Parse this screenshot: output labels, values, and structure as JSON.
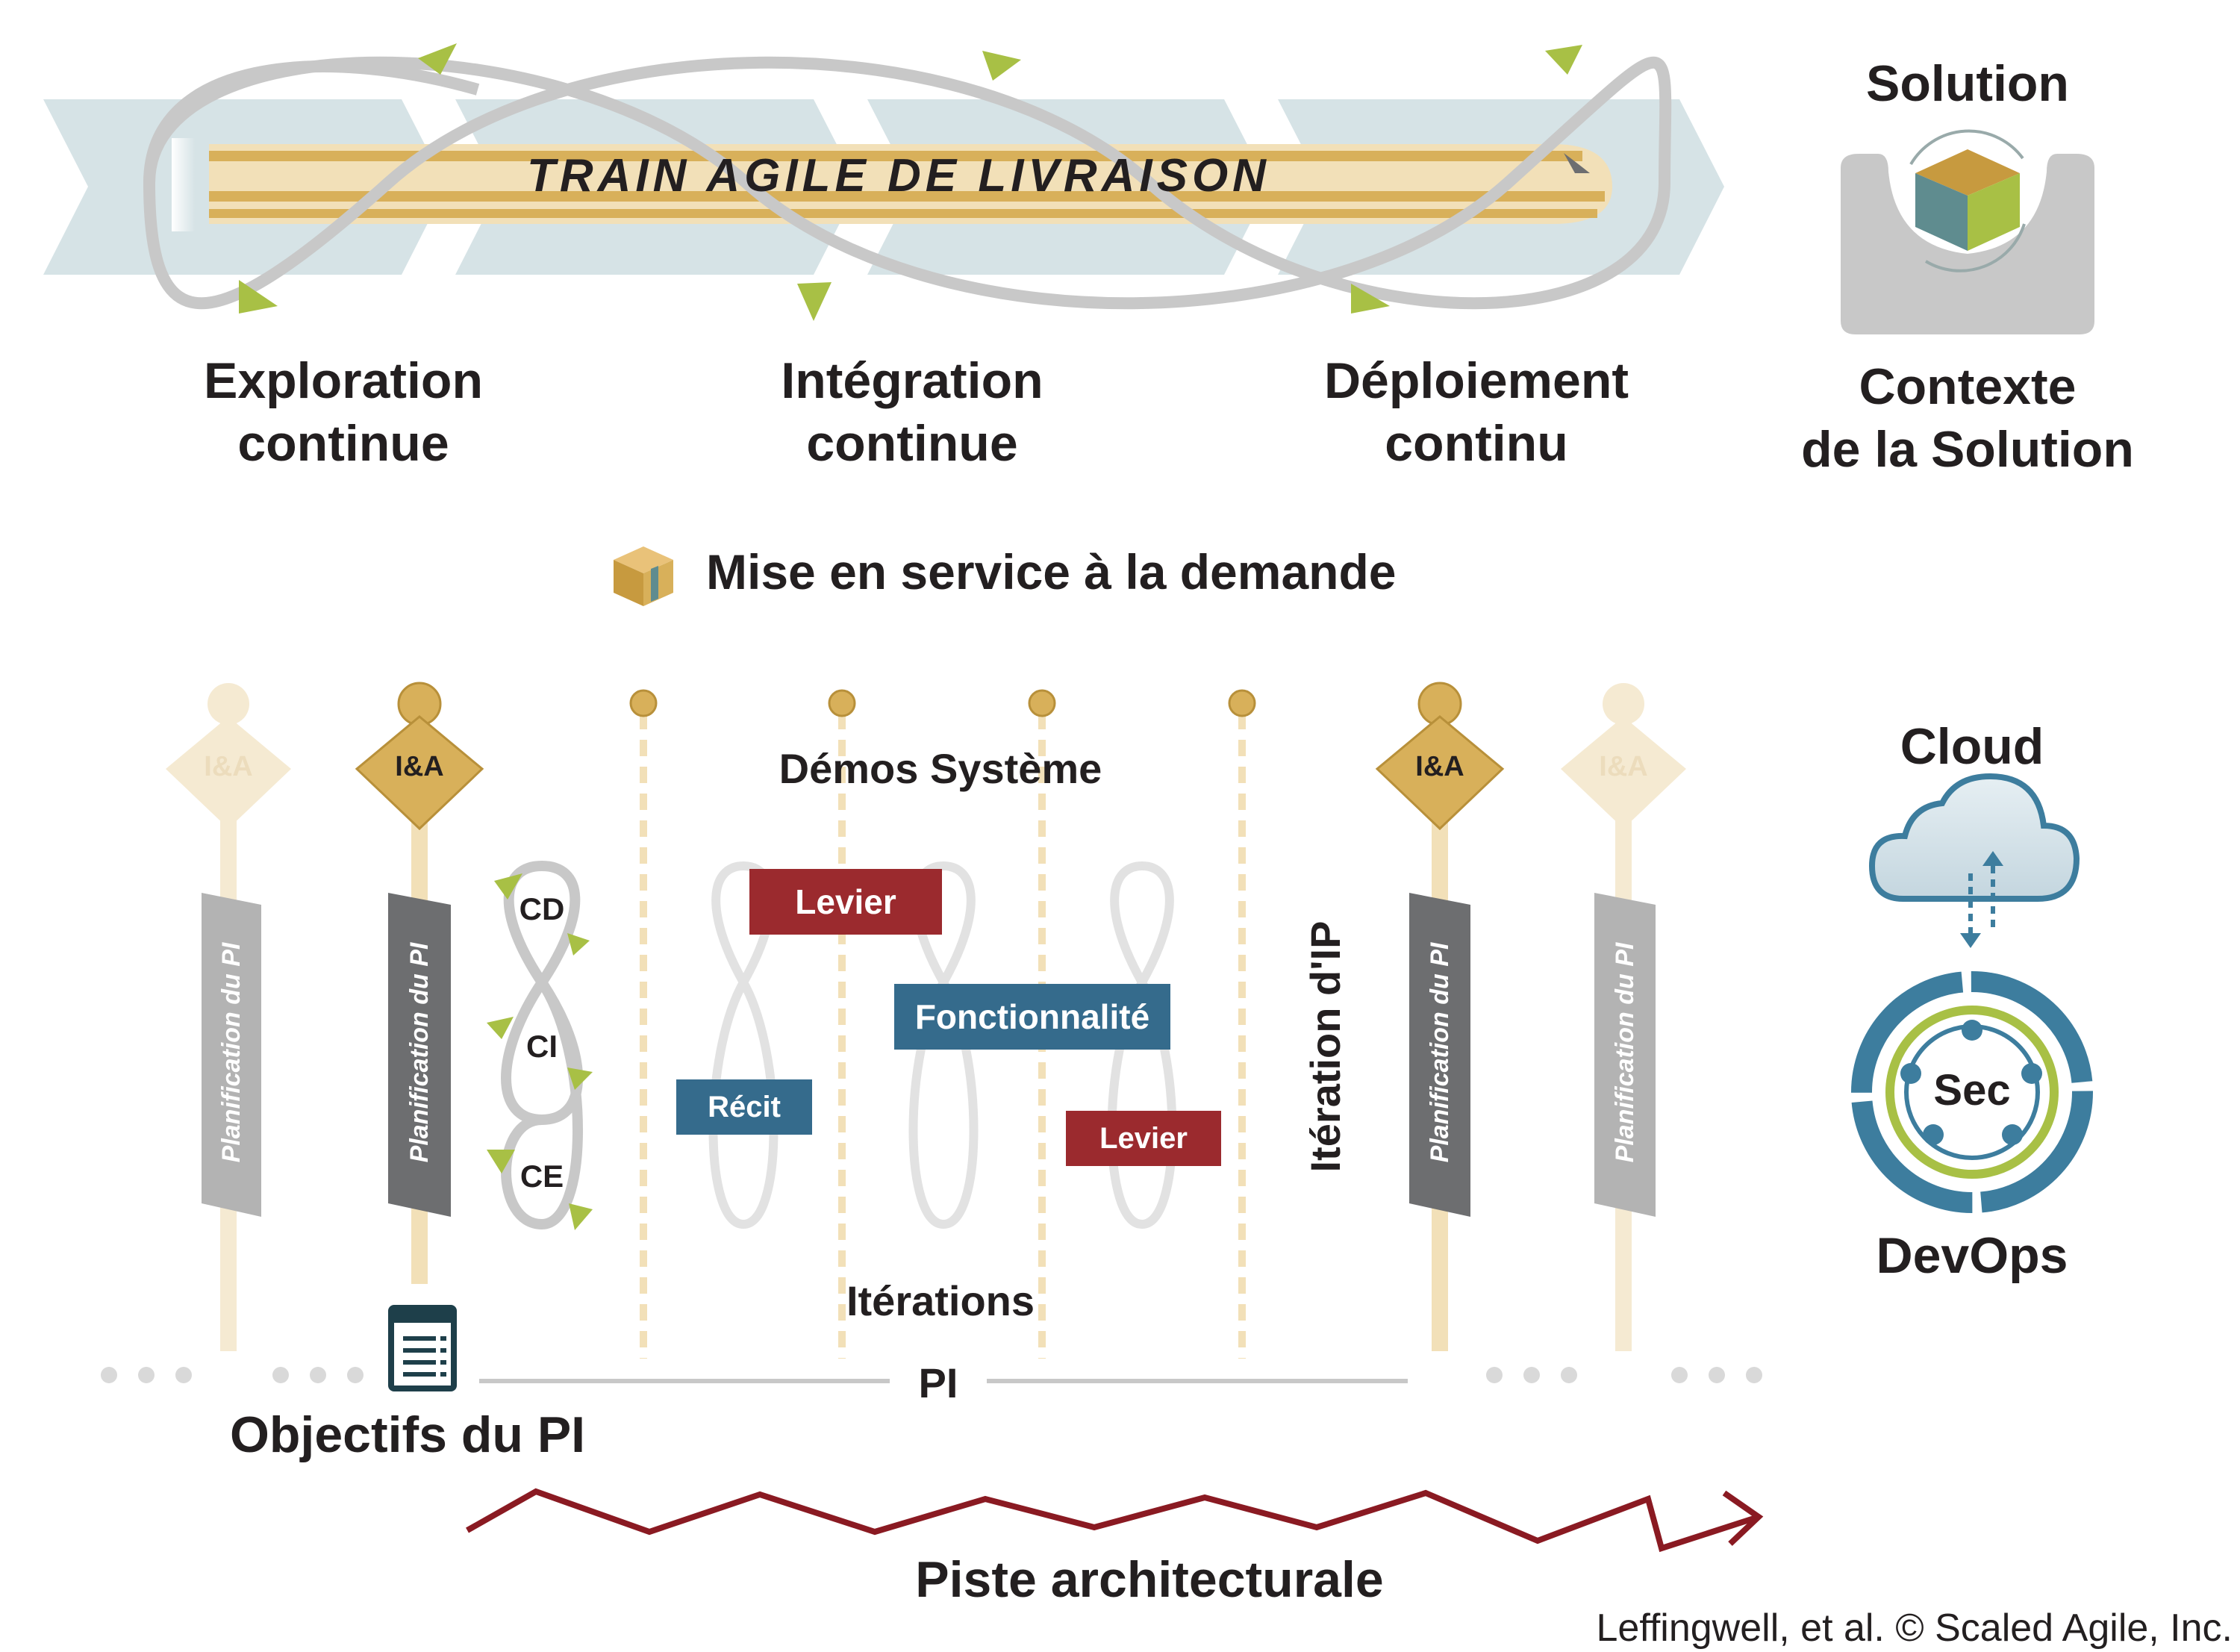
{
  "train": {
    "title": "TRAIN AGILE DE LIVRAISON",
    "exploration": [
      "Exploration",
      "continue"
    ],
    "integration": [
      "Intégration",
      "continue"
    ],
    "deploiement": [
      "Déploiement",
      "continu"
    ]
  },
  "solution": {
    "title": "Solution",
    "context": [
      "Contexte",
      "de la Solution"
    ]
  },
  "release": {
    "label": "Mise en service à la demande"
  },
  "pi": {
    "demos": "Démos Système",
    "iterations": "Itérations",
    "pi_label": "PI",
    "objectives": "Objectifs du PI",
    "planning": "Planification du PI",
    "ip_iteration": "Itération d'IP",
    "ia": "I&A",
    "loop": {
      "cd": "CD",
      "ci": "CI",
      "ce": "CE"
    },
    "items": {
      "levier1": "Levier",
      "fonctionnalite": "Fonctionnalité",
      "recit": "Récit",
      "levier2": "Levier"
    }
  },
  "runway": {
    "label": "Piste architecturale"
  },
  "devops": {
    "cloud": "Cloud",
    "sec": "Sec",
    "devops": "DevOps"
  },
  "copyright": "Leffingwell, et al. © Scaled Agile, Inc.",
  "colors": {
    "gold": "#d8b05a",
    "tan": "#f2e0b8",
    "lightblue": "#d6e3e6",
    "grey": "#c8c8c8",
    "darkgrey": "#6d6e70",
    "red": "#9b2a2e",
    "blue": "#356b8c",
    "green": "#a8c045",
    "devops_blue": "#3d7d9e"
  }
}
